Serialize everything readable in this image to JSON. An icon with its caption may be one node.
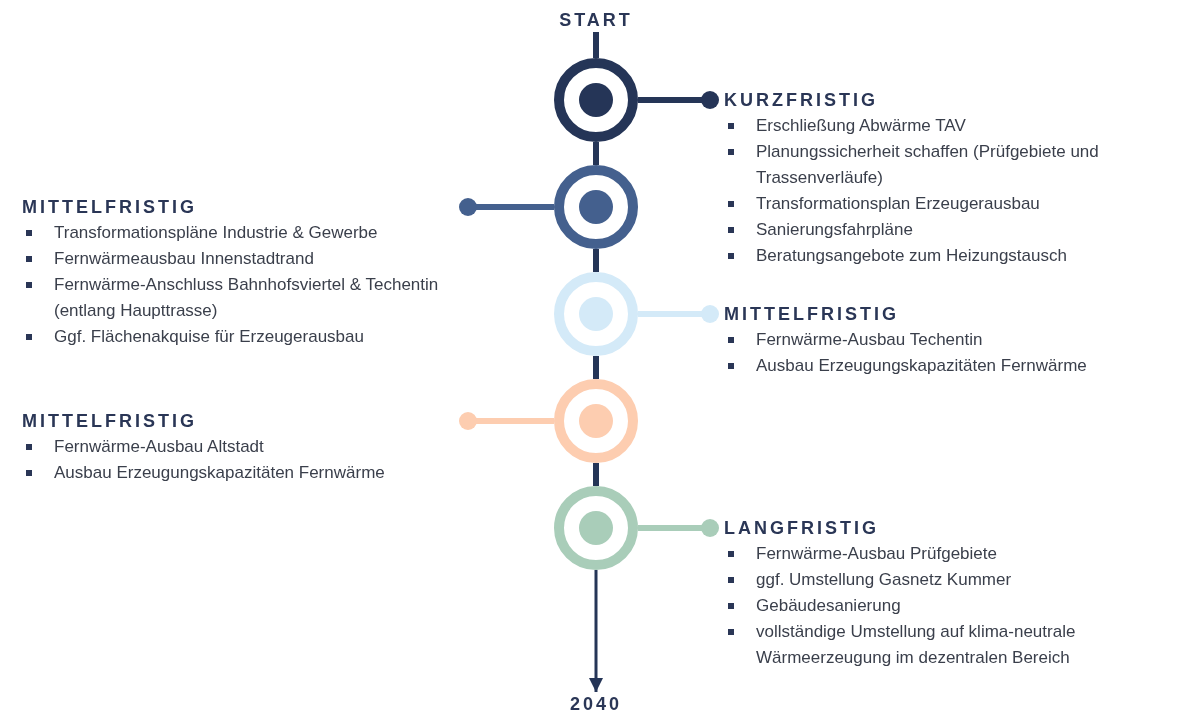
{
  "diagram": {
    "nodes": [
      {
        "text": [
          "START"
        ]
      },
      {
        "text": [],
        "shape": "circle"
      },
      {
        "text": [],
        "shape": "circle"
      },
      {
        "text": [],
        "shape": "circle"
      },
      {
        "text": [],
        "shape": "circle"
      },
      {
        "text": [],
        "shape": "circle"
      },
      {
        "text": [
          "2040"
        ]
      },
      {
        "text": [
          "KURZFRISTIG",
          "Erschließung Abwärme TAV",
          "Planungssicherheit schaffen (Prüfgebiete und Trassenverläufe)",
          "Transformationsplan Erzeugerausbau",
          "Sanierungsfahrpläne",
          "Beratungsangebote zum Heizungstausch"
        ]
      },
      {
        "text": [
          "MITTELFRISTIG",
          "Transformationspläne Industrie & Gewerbe",
          "Fernwärmeausbau Innenstadtrand",
          "Fernwärme-Anschluss Bahnhofsviertel & Techentin (entlang Haupttrasse)",
          "Ggf. Flächenakquise für Erzeugerausbau"
        ]
      },
      {
        "text": [
          "MITTELFRISTIG",
          "Fernwärme-Ausbau Techentin",
          "Ausbau Erzeugungskapazitäten Fernwärme"
        ]
      },
      {
        "text": [
          "MITTELFRISTIG",
          "Fernwärme-Ausbau Altstadt",
          "Ausbau Erzeugungskapazitäten Fernwärme"
        ]
      },
      {
        "text": [
          "LANGFRISTIG",
          "Fernwärme-Ausbau Prüfgebiete",
          "ggf. Umstellung Gasnetz Kummer",
          "Gebäudesanierung",
          "vollständige Umstellung auf klima-neutrale Wärmeerzeugung im dezentralen Bereich"
        ]
      }
    ],
    "edges": [
      {
        "from": 0,
        "to": 1,
        "arrow": "none"
      },
      {
        "from": 1,
        "to": 2,
        "arrow": "none"
      },
      {
        "from": 2,
        "to": 3,
        "arrow": "none"
      },
      {
        "from": 3,
        "to": 4,
        "arrow": "none"
      },
      {
        "from": 4,
        "to": 5,
        "arrow": "none"
      },
      {
        "from": 5,
        "to": 6,
        "arrow": "to"
      },
      {
        "from": 1,
        "to": 7,
        "arrow": "other"
      },
      {
        "from": 2,
        "to": 8,
        "arrow": "other",
        "color": "#44608e"
      },
      {
        "from": 3,
        "to": 9,
        "arrow": "other",
        "color": "#d4eaf8"
      },
      {
        "from": 4,
        "to": 10,
        "arrow": "other",
        "color": "#fdcdb0"
      },
      {
        "from": 5,
        "to": 11,
        "arrow": "other",
        "color": "#a9cdb9"
      }
    ]
  }
}
